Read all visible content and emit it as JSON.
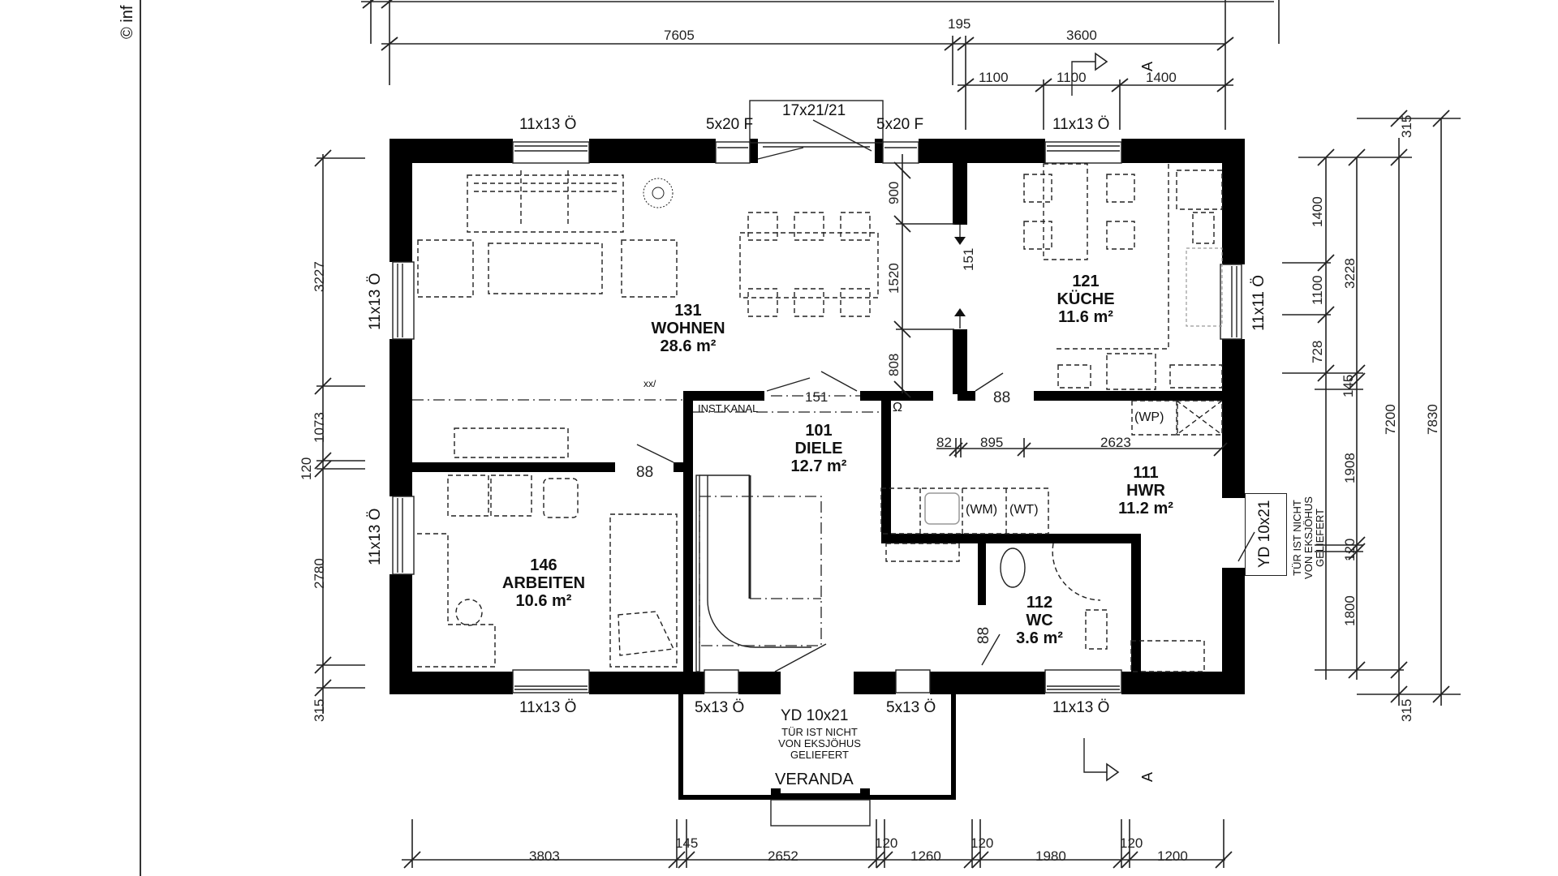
{
  "copyright": "© inf",
  "rooms": [
    {
      "id": "wohnen",
      "number": "131",
      "name": "WOHNEN",
      "area": "28.6 m²"
    },
    {
      "id": "kueche",
      "number": "121",
      "name": "KÜCHE",
      "area": "11.6 m²"
    },
    {
      "id": "diele",
      "number": "101",
      "name": "DIELE",
      "area": "12.7 m²"
    },
    {
      "id": "hwr",
      "number": "111",
      "name": "HWR",
      "area": "11.2 m²"
    },
    {
      "id": "arbeiten",
      "number": "146",
      "name": "ARBEITEN",
      "area": "10.6 m²"
    },
    {
      "id": "wc",
      "number": "112",
      "name": "WC",
      "area": "3.6 m²"
    },
    {
      "id": "veranda",
      "name": "VERANDA"
    }
  ],
  "windows": {
    "top_left": "11x13 Ö",
    "top_f_left": "5x20 F",
    "top_door": "17x21/21",
    "top_f_right": "5x20 F",
    "top_right": "11x13 Ö",
    "left_upper": "11x13 Ö",
    "left_lower": "11x13 Ö",
    "right_kitchen": "11x11 Ö",
    "bottom_left": "11x13 Ö",
    "bottom_right": "11x13 Ö",
    "veranda_left": "5x13 Ö",
    "veranda_right": "5x13 Ö"
  },
  "doors": {
    "entry": "YD 10x21",
    "side": "YD 10x21",
    "note_line1": "TÜR IST NICHT",
    "note_line2": "VON EKSJÖHUS",
    "note_line3": "GELIEFERT",
    "openings": {
      "diele_wohnen": "151",
      "kitchen_pass": "151",
      "hwr": "88",
      "arbeiten": "88",
      "wc": "88"
    }
  },
  "annotations": {
    "inst_kanal": "INST.KANAL",
    "xx": "xx/",
    "omega": "Ω",
    "wp": "(WP)",
    "wm": "(WM)",
    "wt": "(WT)",
    "section_label": "A"
  },
  "dimensions": {
    "top": {
      "total_left": "7605",
      "gap": "195",
      "total_right": "3600",
      "seg1": "1100",
      "seg2": "1100",
      "seg3": "1400"
    },
    "inner": {
      "d900": "900",
      "d1520": "1520",
      "d808": "808",
      "d82": "82",
      "d895": "895",
      "d2623": "2623"
    },
    "left": {
      "d315_bottom": "315",
      "d3227": "3227",
      "d1073": "1073",
      "d120": "120",
      "d2780": "2780"
    },
    "right": {
      "d315_top": "315",
      "d1400": "1400",
      "d1100": "1100",
      "d728": "728",
      "d145": "145",
      "d3228": "3228",
      "d1908": "1908",
      "d120": "120",
      "d1800": "1800",
      "d7200": "7200",
      "d7830": "7830",
      "d315_bottom": "315"
    },
    "bottom": {
      "d3803": "3803",
      "d145": "145",
      "d2652": "2652",
      "d120a": "120",
      "d1260": "1260",
      "d120b": "120",
      "d1980": "1980",
      "d120c": "120",
      "d1200": "1200"
    }
  }
}
